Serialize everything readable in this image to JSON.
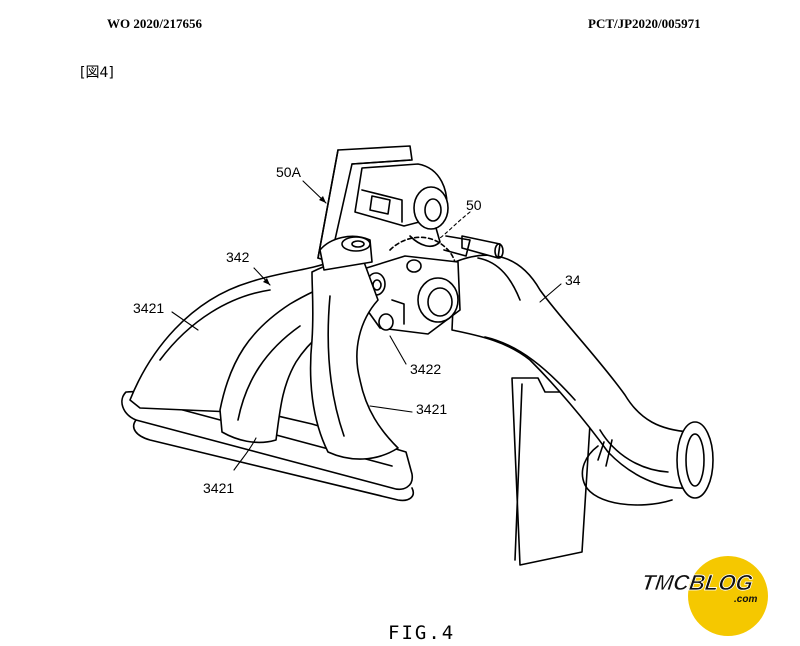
{
  "header": {
    "publication_number": "WO 2020/217656",
    "application_number": "PCT/JP2020/005971"
  },
  "figure_tag": "[図4]",
  "reference_labels": {
    "label_50A": "50A",
    "label_50": "50",
    "label_342": "342",
    "label_34": "34",
    "label_3421_left": "3421",
    "label_3422": "3422",
    "label_3421_right": "3421",
    "label_3421_bottom": "3421"
  },
  "figure_caption": "FIG.4",
  "watermark": {
    "brand": "TMCBLOG",
    "domain": ".com",
    "colors": {
      "disc": "#f5c800",
      "text": "#111111",
      "outline": "#ffffff"
    }
  }
}
